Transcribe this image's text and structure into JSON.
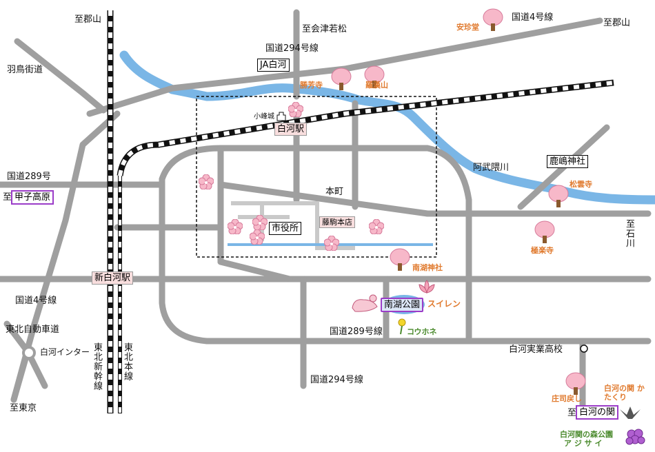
{
  "colors": {
    "road": "#9f9f9f",
    "river": "#7ab6e6",
    "railway_dark": "#111111",
    "boxes_purple": "#9b3cc8",
    "landmark_orange": "#e07a2e",
    "landmark_green": "#4a8a2c",
    "station_fill": "#f8dede",
    "sakura_pink": "#f7b8c9"
  },
  "icons": [
    "sakura-flower-icon",
    "cherry-tree-icon",
    "lotus-icon",
    "castle-icon",
    "hydrangea-icon",
    "swan-boat-icon",
    "kouhone-flower-icon",
    "mountain-bird-icon"
  ],
  "labels": {
    "koriyama_nw": "至郡山",
    "aizu": "至会津若松",
    "route294_north": "国道294号線",
    "ja_shirakawa": "JA白河",
    "route4_ne": "国道4号線",
    "koriyama_ne": "至郡山",
    "hatori": "羽鳥街道",
    "komine": "小峰城",
    "shirakawa_station": "白河駅",
    "route289_west": "国道289号",
    "kasshi_prefix": "至",
    "kasshi": "甲子高原",
    "honmachi": "本町",
    "shiyakusho": "市役所",
    "toukoma": "藤駒本店",
    "abukuma": "阿武隈川",
    "kashima": "鹿嶋神社",
    "ishikawa": "至石川",
    "shin_shirakawa": "新白河駅",
    "route4_west": "国道4号線",
    "tohoku_expressway": "東北自動車道",
    "shirakawa_ic": "白河インター",
    "tohoku_shinkansen": "東北新幹線",
    "tohoku_main": "東北本線",
    "nanko_park": "南湖公園",
    "suiren": "スイレン",
    "route289_south": "国道289号線",
    "kouhone": "コウホネ",
    "jitsugyo": "白河実業高校",
    "route294_south": "国道294号線",
    "to_tokyo": "至東京",
    "seki_prefix": "至",
    "shirakawa_seki": "白河の関"
  },
  "landmarks": {
    "anchindo": "安珍堂",
    "kyouhouji": "勝芳寺",
    "rahaisan": "羅漢山",
    "shouunji": "松雲寺",
    "gokurakuji": "極楽寺",
    "nanko_shrine": "南湖神社",
    "shoji_zakura": "庄司戻し",
    "katakuri": "白河の関 かたくり",
    "mori_park": "白河関の森公園",
    "ajisai": "ア ジ サ イ"
  }
}
